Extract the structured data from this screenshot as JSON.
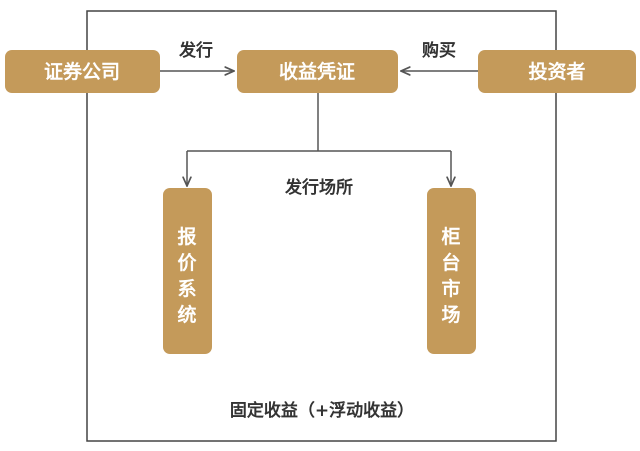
{
  "nodes": {
    "securities_company": "证券公司",
    "income_certificate": "收益凭证",
    "investor": "投资者",
    "quotation_system": [
      "报",
      "价",
      "系",
      "统"
    ],
    "otc_market": [
      "柜",
      "台",
      "市",
      "场"
    ]
  },
  "edge_labels": {
    "issue": "发行",
    "purchase": "购买",
    "issue_venue": "发行场所"
  },
  "footer_label": "固定收益（+浮动收益）",
  "colors": {
    "node_fill": "#c49a5a",
    "node_text": "#ffffff",
    "line": "#555555",
    "label_text": "#333333"
  }
}
